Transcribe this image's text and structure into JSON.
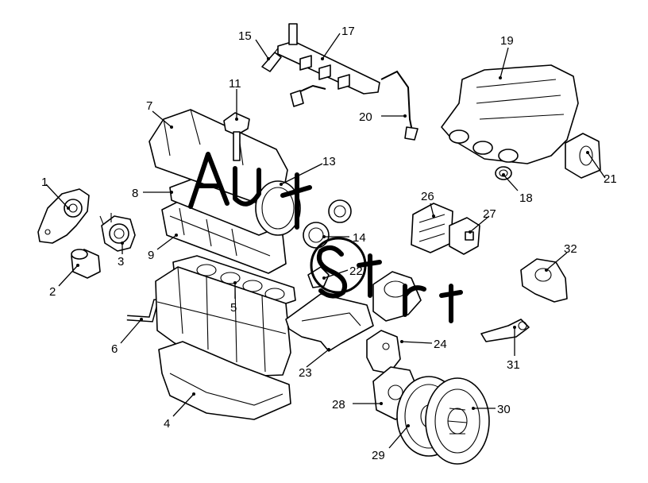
{
  "diagram": {
    "labels": [
      {
        "id": "1",
        "text": "1"
      },
      {
        "id": "2",
        "text": "2"
      },
      {
        "id": "3",
        "text": "3"
      },
      {
        "id": "4",
        "text": "4"
      },
      {
        "id": "5",
        "text": "5"
      },
      {
        "id": "6",
        "text": "6"
      },
      {
        "id": "7",
        "text": "7"
      },
      {
        "id": "8",
        "text": "8"
      },
      {
        "id": "9",
        "text": "9"
      },
      {
        "id": "11",
        "text": "11"
      },
      {
        "id": "13",
        "text": "13"
      },
      {
        "id": "14",
        "text": "14"
      },
      {
        "id": "15",
        "text": "15"
      },
      {
        "id": "17",
        "text": "17"
      },
      {
        "id": "18",
        "text": "18"
      },
      {
        "id": "19",
        "text": "19"
      },
      {
        "id": "20",
        "text": "20"
      },
      {
        "id": "21",
        "text": "21"
      },
      {
        "id": "22",
        "text": "22"
      },
      {
        "id": "23",
        "text": "23"
      },
      {
        "id": "24",
        "text": "24"
      },
      {
        "id": "26",
        "text": "26"
      },
      {
        "id": "27",
        "text": "27"
      },
      {
        "id": "28",
        "text": "28"
      },
      {
        "id": "29",
        "text": "29"
      },
      {
        "id": "30",
        "text": "30"
      },
      {
        "id": "31",
        "text": "31"
      },
      {
        "id": "32",
        "text": "32"
      }
    ],
    "watermark": "AUTOSTRT"
  }
}
